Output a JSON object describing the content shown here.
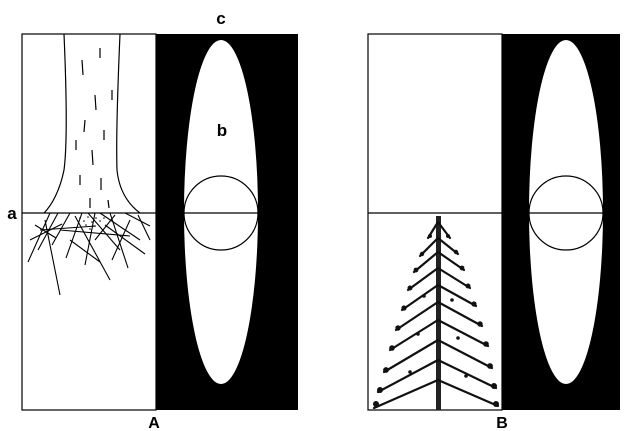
{
  "labels": {
    "a": "a",
    "b": "b",
    "c": "c",
    "panel_a": "A",
    "panel_b": "B"
  },
  "colors": {
    "background": "#ffffff",
    "ink": "#000000",
    "dark_field": "#000000",
    "ellipse_fill": "#ffffff"
  }
}
